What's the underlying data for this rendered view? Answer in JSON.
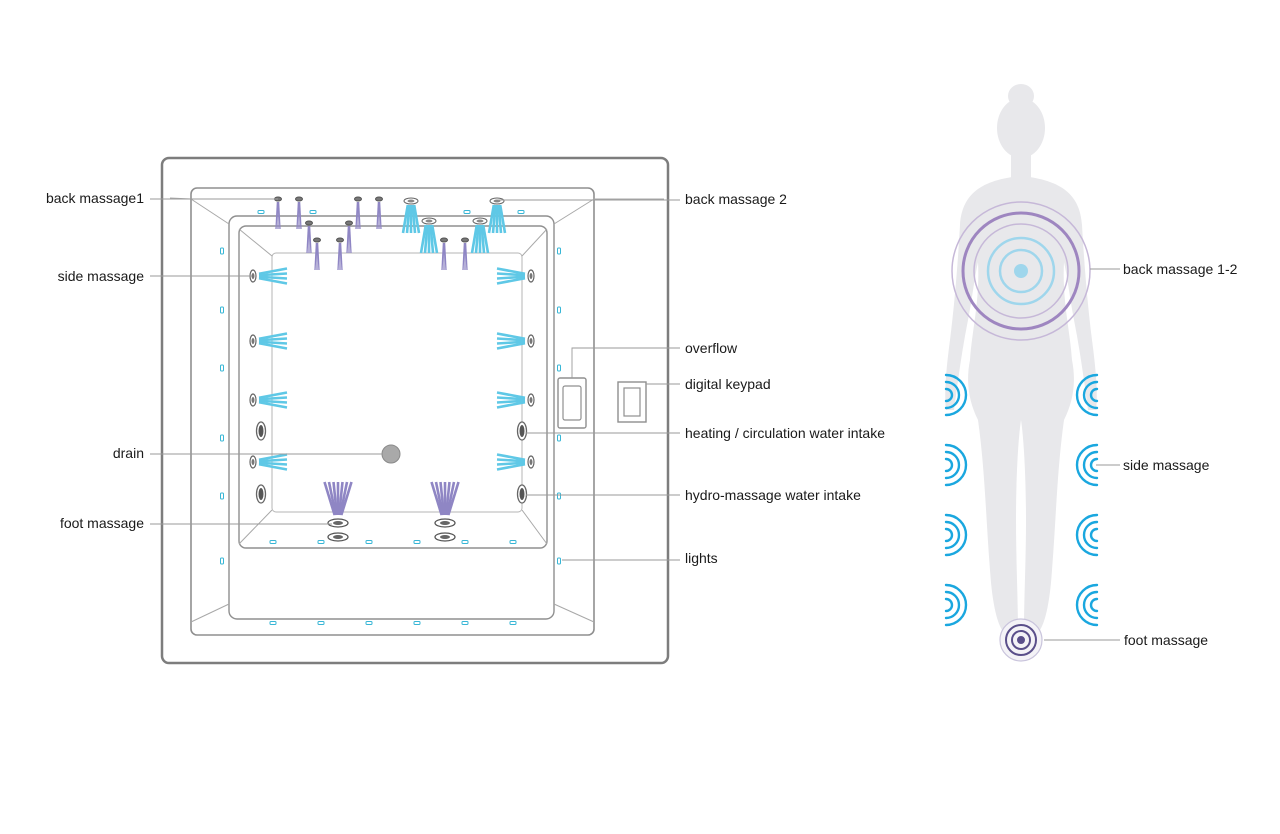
{
  "tub_labels": {
    "back_massage_1": "back massage1",
    "side_massage": "side massage",
    "drain": "drain",
    "foot_massage": "foot massage",
    "back_massage_2": "back massage 2",
    "overflow": "overflow",
    "digital_keypad": "digital keypad",
    "heating_intake": "heating / circulation water intake",
    "hydro_intake": "hydro-massage water intake",
    "lights": "lights"
  },
  "body_labels": {
    "back_massage_1_2": "back massage 1-2",
    "side_massage": "side massage",
    "foot_massage": "foot massage"
  },
  "colors": {
    "outline": "#8f8f8f",
    "jet_blue": "#5fc8e6",
    "jet_purple": "#8f86c4",
    "wave_blue": "#1aa7df",
    "ring_purple": "#a690c4",
    "silhouette": "#e8e8eb",
    "leader": "#9a9a9a"
  }
}
